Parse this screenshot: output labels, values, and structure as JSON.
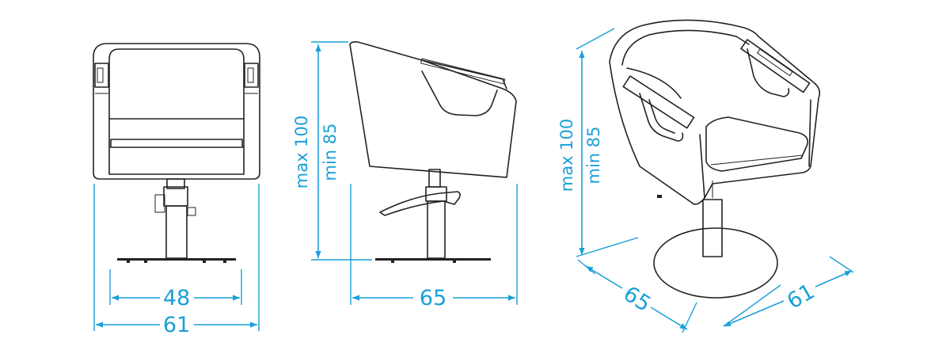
{
  "front_view": {
    "inner_width": "48",
    "outer_width": "61"
  },
  "side_view": {
    "depth": "65",
    "height_max": "max 100",
    "height_min": "min 85"
  },
  "iso_view": {
    "height_max": "max 100",
    "height_min": "min 85",
    "depth": "65",
    "width": "61"
  },
  "colors": {
    "dimension": "#1a9fd9",
    "outline": "#222222"
  }
}
